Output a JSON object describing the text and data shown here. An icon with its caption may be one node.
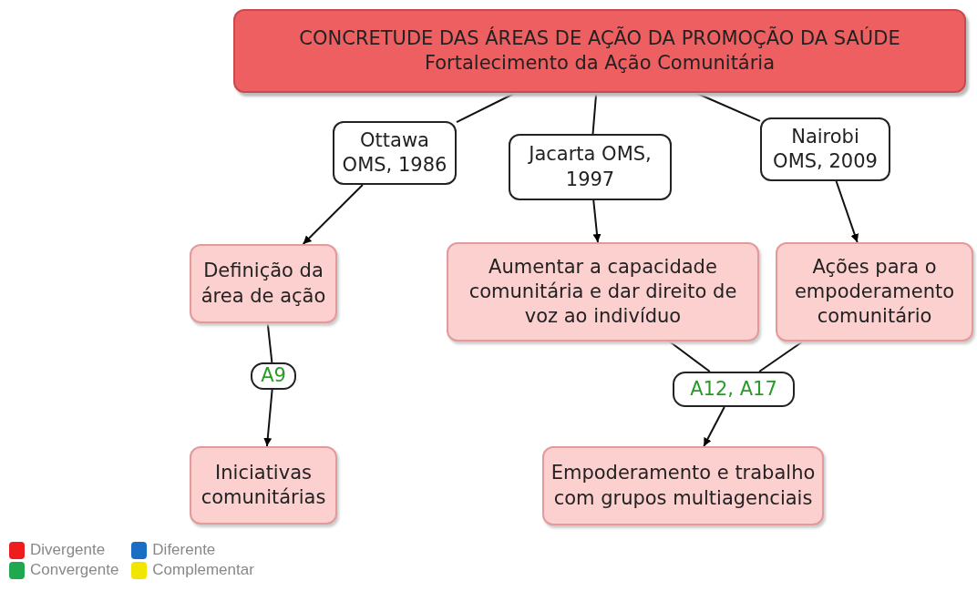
{
  "diagram": {
    "nodes": [
      {
        "text": [
          "CONCRETUDE DAS ÁREAS DE AÇÃO DA PROMOÇÃO DA SAÚDE",
          "Fortalecimento da Ação Comunitária"
        ]
      },
      {
        "text": [
          "Ottawa OMS, 1986"
        ]
      },
      {
        "text": [
          "Jacarta OMS, 1997"
        ]
      },
      {
        "text": [
          "Nairobi OMS, 2009"
        ]
      },
      {
        "text": [
          "Definição da área de ação"
        ]
      },
      {
        "text": [
          "Aumentar a capacidade comunitária e dar direito de voz ao indivíduo"
        ]
      },
      {
        "text": [
          "Ações para o empoderamento comunitário"
        ]
      },
      {
        "text": [
          "A9"
        ]
      },
      {
        "text": [
          "Iniciativas comunitárias"
        ]
      },
      {
        "text": [
          "A12, A17"
        ]
      },
      {
        "text": [
          "Empoderamento e trabalho com grupos multiagenciais"
        ]
      }
    ],
    "edges": [
      {
        "from": 0,
        "to": 1,
        "arrow": "none"
      },
      {
        "from": 1,
        "to": 4,
        "arrow": "to"
      },
      {
        "from": 0,
        "to": 2,
        "arrow": "none"
      },
      {
        "from": 2,
        "to": 5,
        "arrow": "to"
      },
      {
        "from": 0,
        "to": 3,
        "arrow": "none"
      },
      {
        "from": 3,
        "to": 6,
        "arrow": "to"
      },
      {
        "from": 4,
        "to": 7,
        "arrow": "none"
      },
      {
        "from": 7,
        "to": 8,
        "arrow": "to"
      },
      {
        "from": 5,
        "to": 9,
        "arrow": "none"
      },
      {
        "from": 6,
        "to": 9,
        "arrow": "none"
      },
      {
        "from": 9,
        "to": 10,
        "arrow": "to"
      }
    ],
    "legend": [
      {
        "text": "Divergente",
        "color": "#ee1c1c"
      },
      {
        "text": "Diferente",
        "color": "#1a6fc4"
      },
      {
        "text": "Convergente",
        "color": "#1fa84f"
      },
      {
        "text": "Complementar",
        "color": "#f2e600"
      }
    ]
  }
}
